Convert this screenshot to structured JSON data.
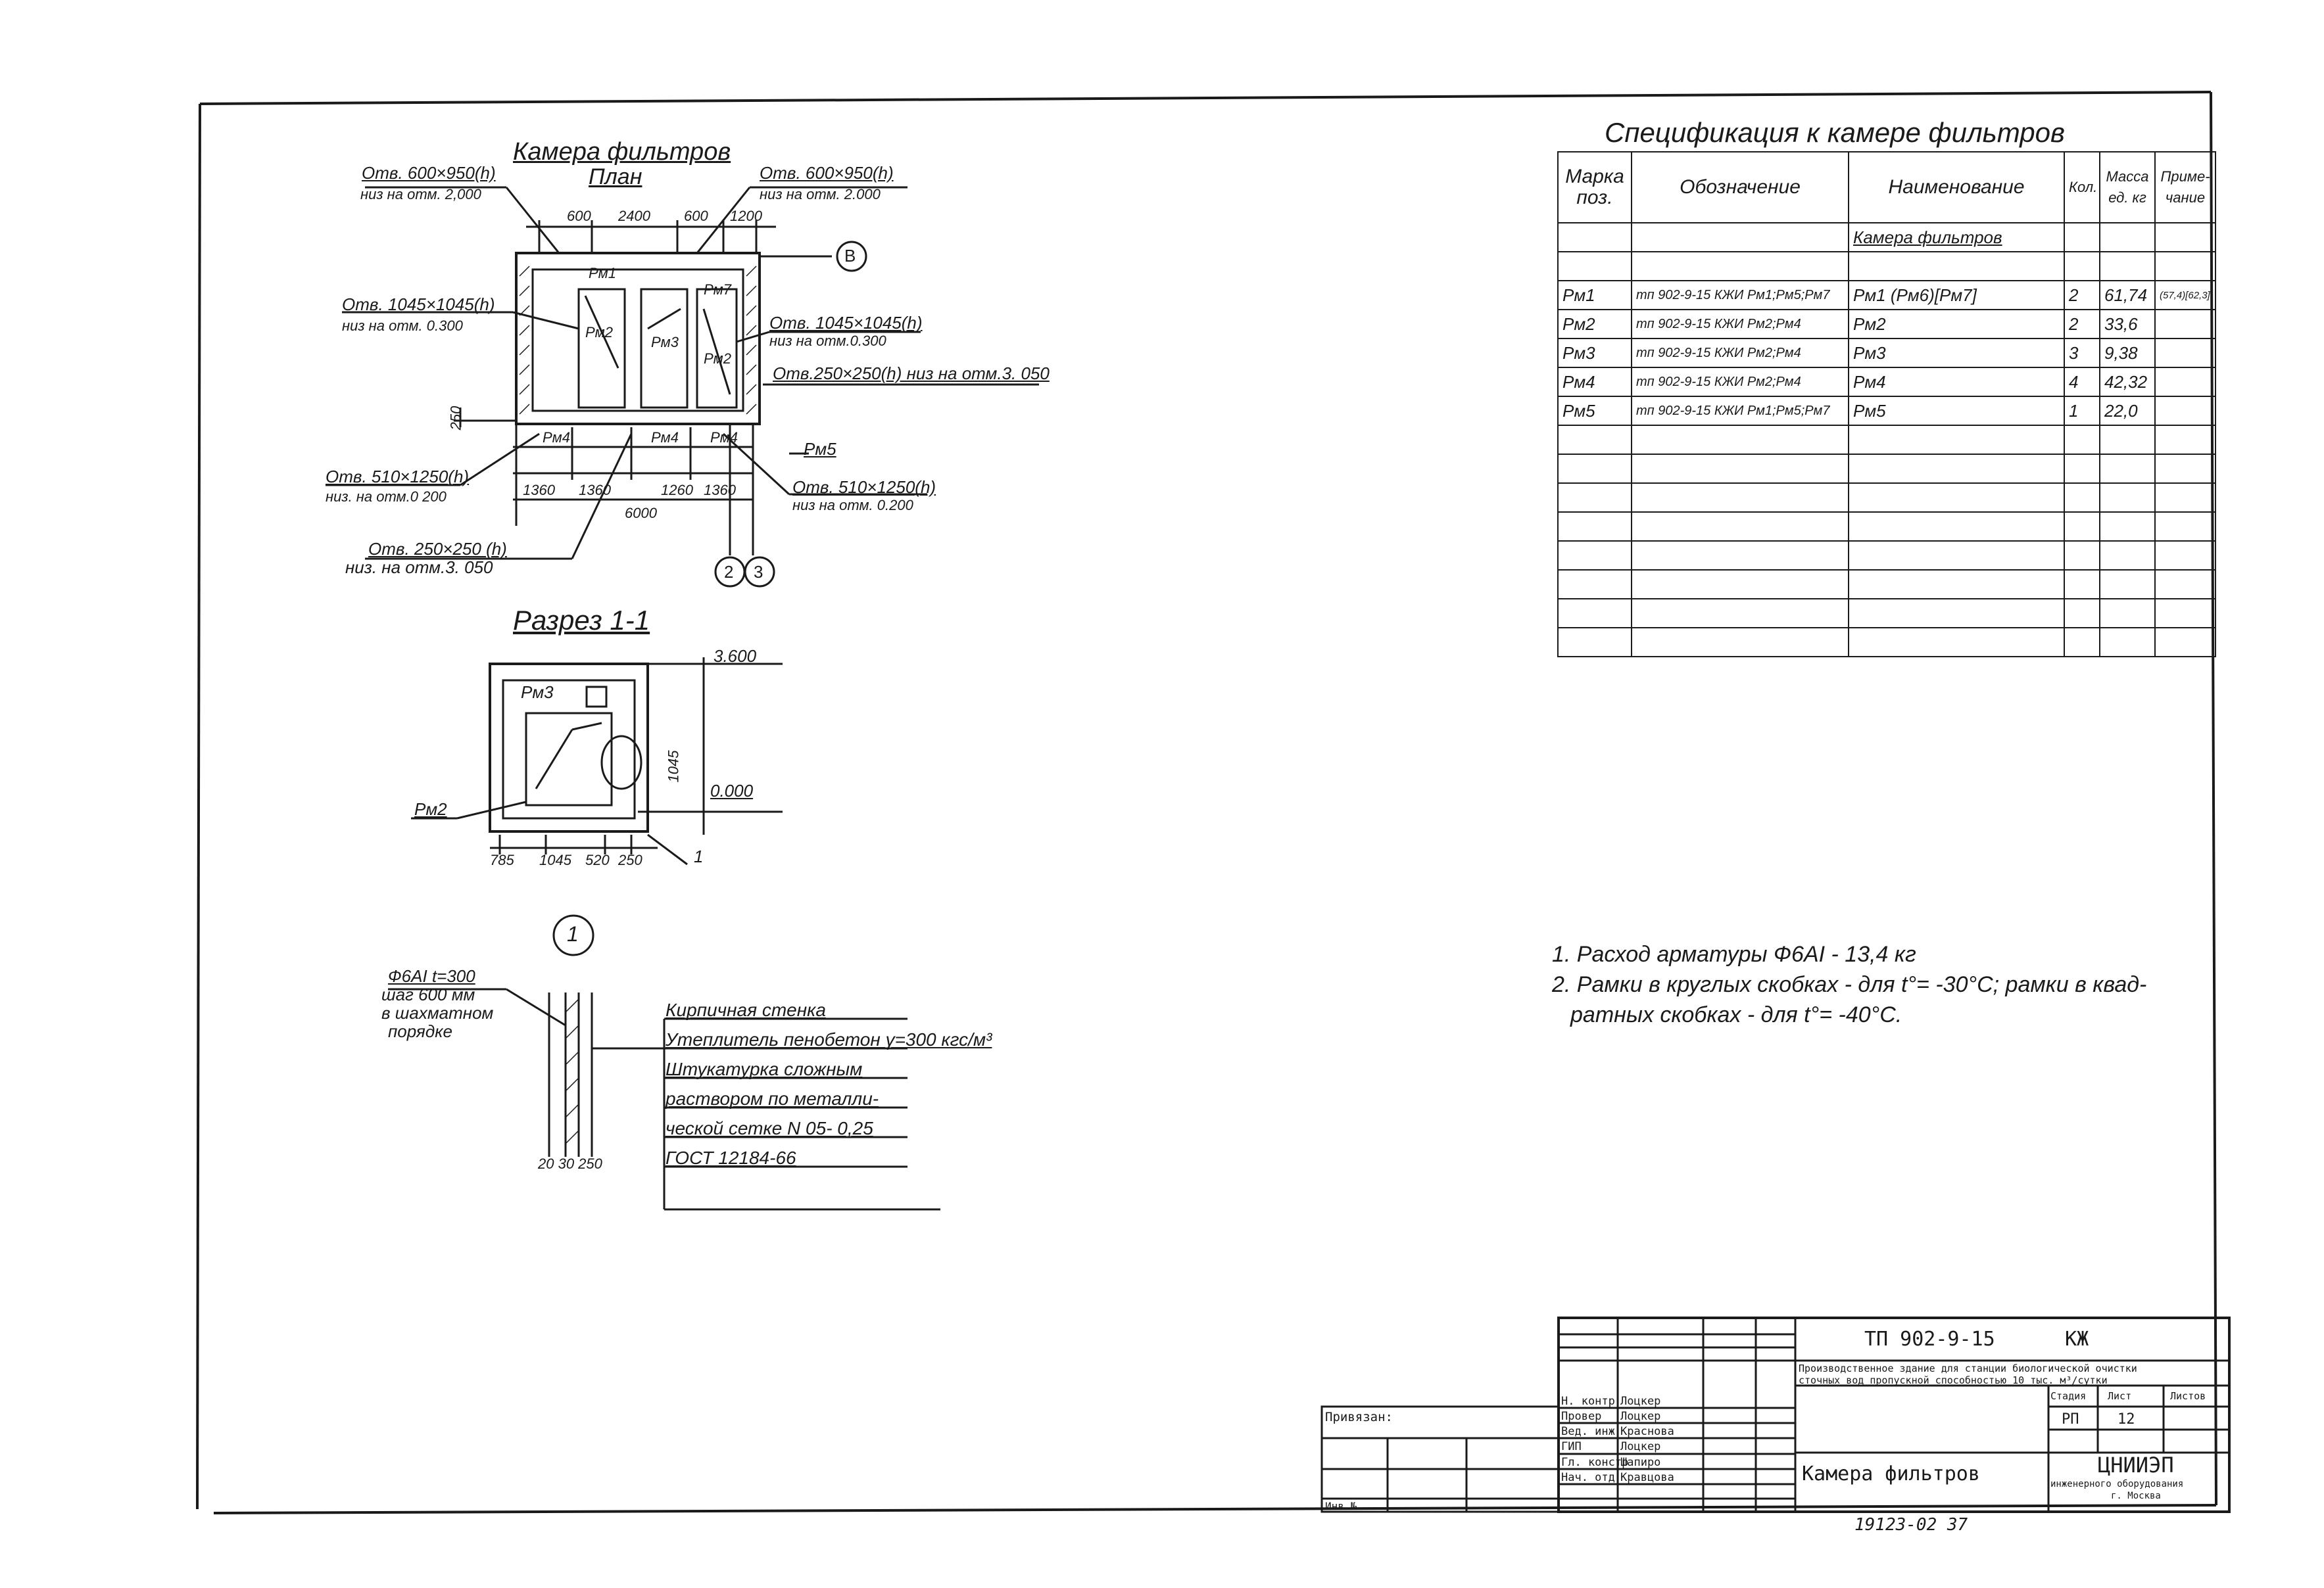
{
  "plan": {
    "title": "Камера фильтров",
    "subtitle": "План",
    "callout_top_left": "Отв. 600×950(h)",
    "callout_top_left_sub": "низ на отм. 2,000",
    "callout_top_right": "Отв. 600×950(h)",
    "callout_top_right_sub": "низ на отм. 2.000",
    "callout_left": "Отв. 1045×1045(h)",
    "callout_left_sub": "низ на отм. 0.300",
    "callout_right": "Отв. 1045×1045(h)",
    "callout_right_sub": "низ на отм.0.300",
    "callout_right2": "Отв.250×250(h) низ на отм.3. 050",
    "callout_bottom_left": "Отв. 510×1250(h)",
    "callout_bottom_left_sub": "низ. на отм.0 200",
    "callout_bottom_right": "Отв. 510×1250(h)",
    "callout_bottom_right_sub": "низ на отм. 0.200",
    "callout_bottom": "Отв. 250×250 (h)",
    "callout_bottom_sub": "низ. на отм.3. 050",
    "dims_top": [
      "600",
      "2400",
      "600",
      "1200"
    ],
    "dims_bottom": [
      "1360",
      "1360",
      "1260",
      "1360"
    ],
    "dim_total": "6000",
    "dim_left": "250",
    "marks": [
      "Рм1",
      "Рм7",
      "Рм2",
      "Рм3",
      "Рм2",
      "Рм4",
      "Рм4",
      "Рм4",
      "Рм5"
    ],
    "axis_b": "В",
    "axis_2": "2",
    "axis_3": "3"
  },
  "section": {
    "title": "Разрез 1-1",
    "level_top": "3.600",
    "level_zero": "0.000",
    "mark_rm3": "Рм3",
    "mark_rm2": "Рм2",
    "dims_bottom": [
      "785",
      "1045",
      "520",
      "250"
    ],
    "dim_vert": "1045",
    "callout": "1"
  },
  "detail": {
    "circle": "1",
    "rebar": "Ф6АI  t=300",
    "rebar_2": "шаг 600 мм",
    "rebar_3": "в шахматном",
    "rebar_4": "порядке",
    "dims": "20 30 250",
    "legend": [
      "Кирпичная стенка",
      "Утеплитель пенобетон γ=300 кгс/м³",
      "Штукатурка сложным",
      "раствором по металли-",
      "ческой сетке N 05- 0,25",
      "ГОСТ 12184-66"
    ]
  },
  "spec": {
    "title": "Спецификация к камере фильтров",
    "headers": [
      "Марка поз.",
      "Обозначение",
      "Наименование",
      "Кол.",
      "Масса ед. кг",
      "Приме-чание"
    ],
    "group": "Камера фильтров",
    "rows": [
      {
        "mark": "Рм1",
        "code": "тп 902-9-15 КЖИ Рм1;Рм5;Рм7",
        "name": "Рм1 (Рм6)[Рм7]",
        "qty": "2",
        "mass": "61,74",
        "note": "(57,4)[62,3]"
      },
      {
        "mark": "Рм2",
        "code": "тп 902-9-15 КЖИ Рм2;Рм4",
        "name": "Рм2",
        "qty": "2",
        "mass": "33,6",
        "note": ""
      },
      {
        "mark": "Рм3",
        "code": "тп 902-9-15 КЖИ Рм2;Рм4",
        "name": "Рм3",
        "qty": "3",
        "mass": "9,38",
        "note": ""
      },
      {
        "mark": "Рм4",
        "code": "тп 902-9-15 КЖИ Рм2;Рм4",
        "name": "Рм4",
        "qty": "4",
        "mass": "42,32",
        "note": ""
      },
      {
        "mark": "Рм5",
        "code": "тп 902-9-15 КЖИ Рм1;Рм5;Рм7",
        "name": "Рм5",
        "qty": "1",
        "mass": "22,0",
        "note": ""
      }
    ],
    "empty_rows": 8
  },
  "notes": [
    "1. Расход арматуры Ф6АI - 13,4 кг",
    "2. Рамки в круглых скобках - для t°= -30°С; рамки в квад-",
    "ратных скобках - для t°= -40°С."
  ],
  "title_block": {
    "code": "ТП 902-9-15",
    "mark": "КЖ",
    "project": "Производственное здание для станции биологической очистки",
    "project_2": "сточных вод пропускной способностью 10 тыс. м³/сутки",
    "stage_label": "Стадия",
    "sheet_label": "Лист",
    "sheets_label": "Листов",
    "stage": "РП",
    "sheet": "12",
    "sheet_name": "Камера фильтров",
    "org": "ЦНИИЭП",
    "org_2": "инженерного оборудования",
    "org_3": "г. Москва",
    "approved": "Привязан:",
    "inv": "Инв №",
    "roles": [
      "Н. контр",
      "Провер",
      "Вед. инж",
      "ГИП",
      "Гл. констр",
      "Нач. отд"
    ],
    "names": [
      "Лоцкер",
      "Лоцкер",
      "Краснова",
      "Лоцкер",
      "Шапиро",
      "Кравцова"
    ],
    "footer": "19123-02  37"
  }
}
